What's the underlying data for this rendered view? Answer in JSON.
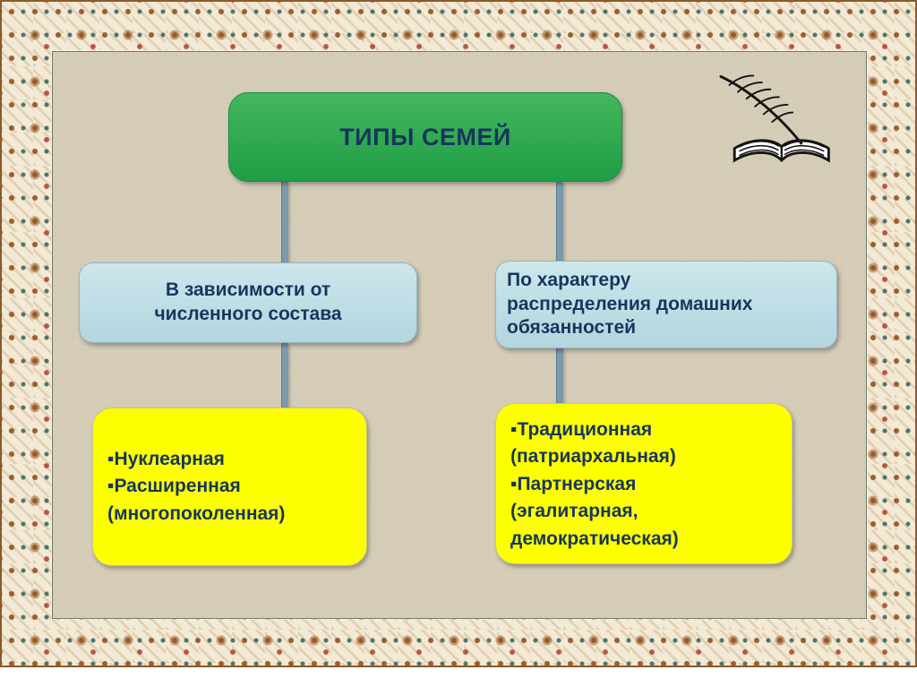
{
  "slide": {
    "title": "ТИПЫ СЕМЕЙ",
    "branches": [
      {
        "criterion": "В зависимости  от\nчисленного состава",
        "types": "▪Нуклеарная\n▪Расширенная\n(многопоколенная)"
      },
      {
        "criterion": "По характеру\nраспределения домашних\nобязанностей",
        "types": "▪Традиционная\n(патриархальная)\n▪Партнерская\n(эгалитарная,\nдемократическая)"
      }
    ]
  },
  "icons": {
    "book_quill": "book-and-quill"
  },
  "colors": {
    "title_box": "#2aa84f",
    "criterion_box": "#bcdbe4",
    "types_box": "#fdff00",
    "connector": "#7d99ac",
    "text": "#17365d",
    "slide_background": "#d6cdb8",
    "border_scroll": "#9a5d2a"
  }
}
